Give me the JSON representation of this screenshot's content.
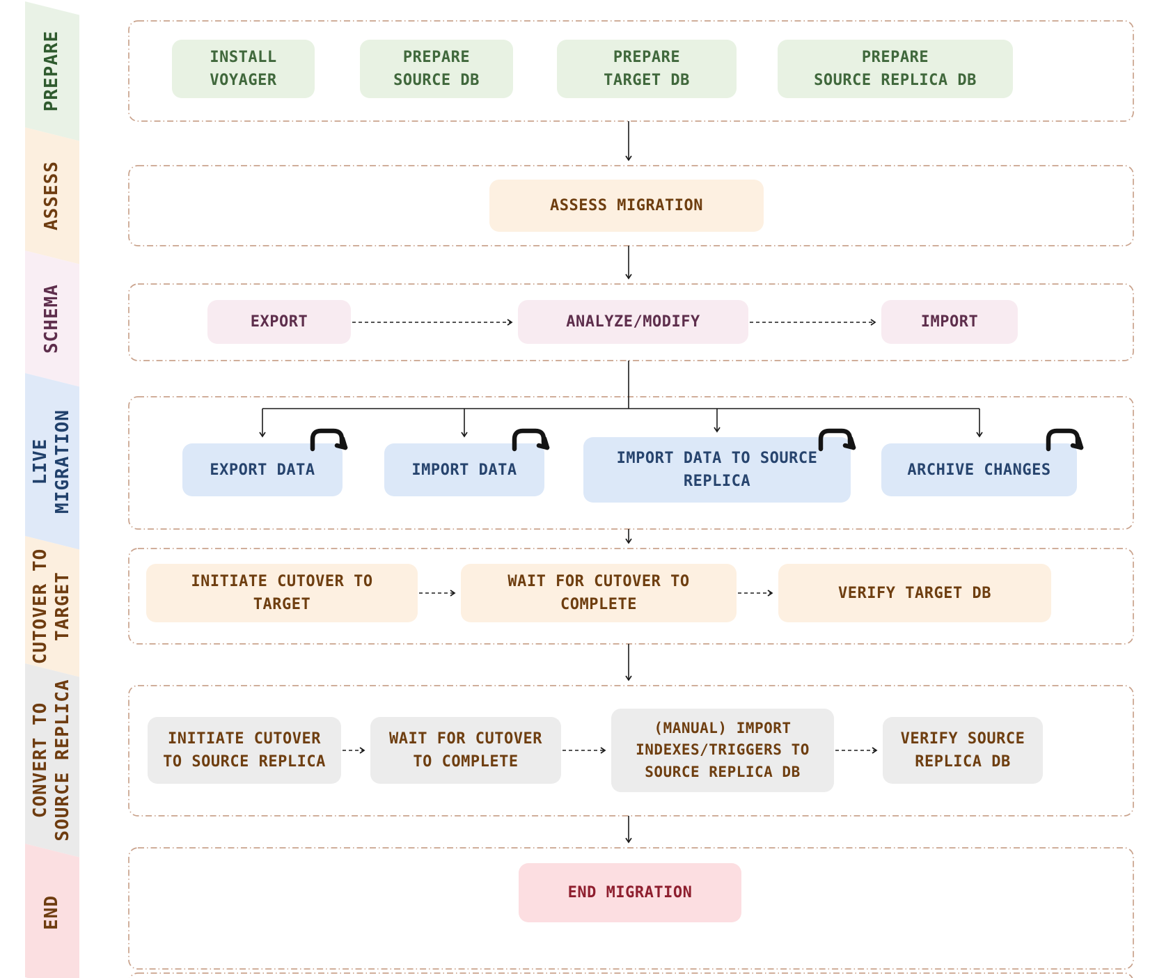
{
  "sidebar": {
    "phases": [
      {
        "label": "PREPARE",
        "text_color": "#2f5a2e",
        "bg_color": "#e9f2e6"
      },
      {
        "label": "ASSESS",
        "text_color": "#6e3c10",
        "bg_color": "#fcefdf"
      },
      {
        "label": "SCHEMA",
        "text_color": "#5e2e4c",
        "bg_color": "#f9eef4"
      },
      {
        "label": "LIVE\nMIGRATION",
        "text_color": "#20406b",
        "bg_color": "#dfe9f8"
      },
      {
        "label": "CUTOVER TO\nTARGET",
        "text_color": "#6e3c10",
        "bg_color": "#fcefdf"
      },
      {
        "label": "CONVERT TO\nSOURCE REPLICA",
        "text_color": "#6e3c10",
        "bg_color": "#eaeaea"
      },
      {
        "label": "END",
        "text_color": "#6e3c10",
        "bg_color": "#fbdfe1"
      }
    ]
  },
  "rows": [
    {
      "phase": "PREPARE",
      "box_bg": "#e8f2e3",
      "box_text": "#40683c",
      "boxes": [
        {
          "label": "INSTALL\nVOYAGER"
        },
        {
          "label": "PREPARE\nSOURCE DB"
        },
        {
          "label": "PREPARE\nTARGET DB"
        },
        {
          "label": "PREPARE\nSOURCE REPLICA DB"
        }
      ]
    },
    {
      "phase": "ASSESS",
      "box_bg": "#fdf0e1",
      "box_text": "#6e3e10",
      "boxes": [
        {
          "label": "ASSESS MIGRATION"
        }
      ]
    },
    {
      "phase": "SCHEMA",
      "box_bg": "#f8ebf1",
      "box_text": "#5e2e4c",
      "connector": "dashed-arrow",
      "boxes": [
        {
          "label": "EXPORT"
        },
        {
          "label": "ANALYZE/MODIFY"
        },
        {
          "label": "IMPORT"
        }
      ]
    },
    {
      "phase": "LIVE MIGRATION",
      "box_bg": "#dce8f8",
      "box_text": "#27446e",
      "boxes": [
        {
          "label": "EXPORT DATA",
          "icon": "loop-repeat-icon"
        },
        {
          "label": "IMPORT DATA",
          "icon": "loop-repeat-icon"
        },
        {
          "label": "IMPORT DATA TO SOURCE\nREPLICA",
          "icon": "loop-repeat-icon"
        },
        {
          "label": "ARCHIVE CHANGES",
          "icon": "loop-repeat-icon"
        }
      ]
    },
    {
      "phase": "CUTOVER TO TARGET",
      "box_bg": "#fdf0e1",
      "box_text": "#6e3e10",
      "connector": "dashed-arrow",
      "boxes": [
        {
          "label": "INITIATE CUTOVER TO\nTARGET"
        },
        {
          "label": "WAIT FOR CUTOVER TO\nCOMPLETE"
        },
        {
          "label": "VERIFY TARGET DB"
        }
      ]
    },
    {
      "phase": "CONVERT TO SOURCE REPLICA",
      "box_bg": "#ececec",
      "box_text": "#6e3e10",
      "connector": "dashed-arrow",
      "boxes": [
        {
          "label": "INITIATE CUTOVER\nTO SOURCE REPLICA"
        },
        {
          "label": "WAIT FOR CUTOVER\nTO COMPLETE"
        },
        {
          "label": "(MANUAL) IMPORT\nINDEXES/TRIGGERS TO\nSOURCE REPLICA DB"
        },
        {
          "label": "VERIFY SOURCE\nREPLICA DB"
        }
      ]
    },
    {
      "phase": "END",
      "box_bg": "#fcdee1",
      "box_text": "#8e1e2e",
      "boxes": [
        {
          "label": "END MIGRATION"
        }
      ]
    }
  ],
  "icons": {
    "loop": "loop-repeat-icon"
  },
  "colors": {
    "container_border": "#c9a28c",
    "arrow": "#1a1a1a",
    "loop_icon": "#141414"
  }
}
